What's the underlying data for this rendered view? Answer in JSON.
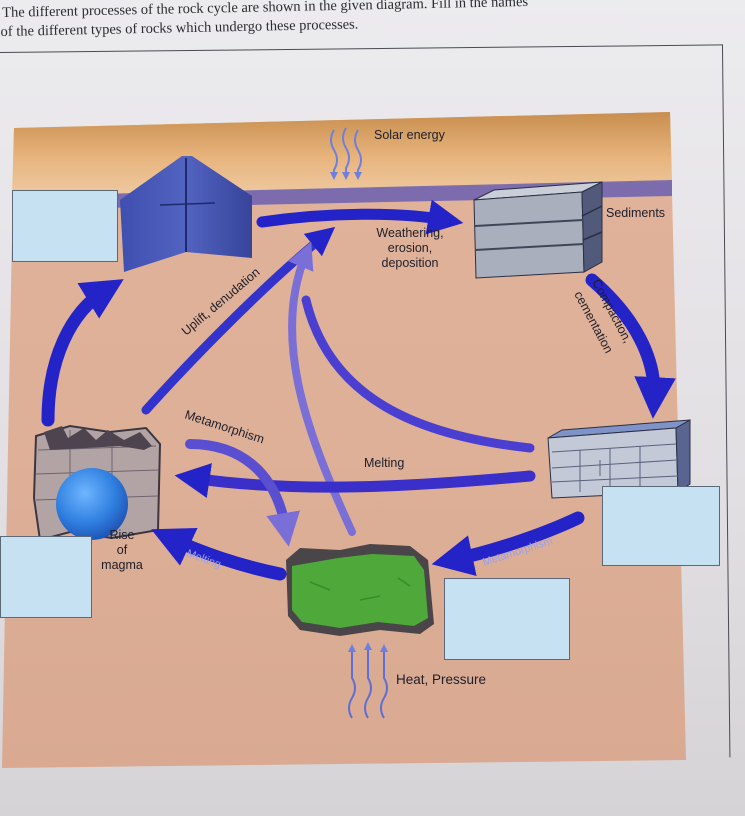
{
  "question": {
    "line1": "The different processes of the rock cycle are shown in the given diagram. Fill in the names",
    "line2": "of the different types of rocks which undergo these processes."
  },
  "labels": {
    "solar_energy": "Solar energy",
    "sediments": "Sediments",
    "weathering": "Weathering,",
    "erosion": "erosion,",
    "deposition": "deposition",
    "uplift": "Uplift, denudation",
    "compaction": "Compaction,",
    "cementation": "cementation",
    "metamorphism_left": "Metamorphism",
    "melting_center": "Melting",
    "rise": "Rise",
    "of": "of",
    "magma": "magma",
    "melting_lower": "Melting",
    "metamorphism_right": "Metamorphism",
    "heat_pressure": "Heat, Pressure"
  },
  "colors": {
    "arrow": "#2323c8",
    "arrow_light": "#7a6fd6",
    "answer_box": "#c6e1f1",
    "metamorphic_rock": "#4fa83a",
    "magma": "#2f7fe0"
  }
}
